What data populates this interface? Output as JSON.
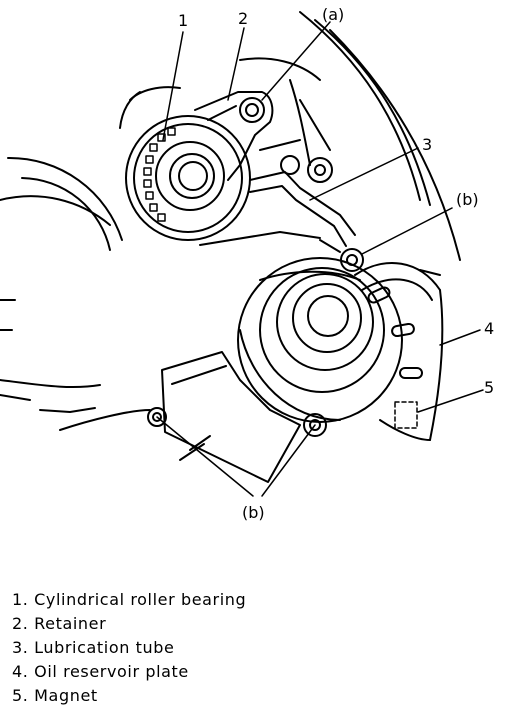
{
  "callouts": {
    "c1": "1",
    "c2": "2",
    "c3": "3",
    "c4": "4",
    "c5": "5",
    "a": "(a)",
    "b_upper": "(b)",
    "b_lower": "(b)"
  },
  "legend": [
    "1. Cylindrical roller bearing",
    "2. Retainer",
    "3. Lubrication tube",
    "4. Oil reservoir plate",
    "5. Magnet"
  ]
}
